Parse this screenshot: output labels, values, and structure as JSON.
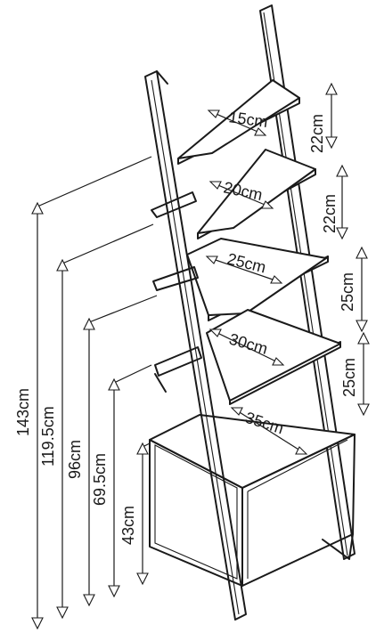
{
  "shelf_widths": [
    "15cm",
    "20cm",
    "25cm",
    "30cm",
    "35cm"
  ],
  "shelf_spacings": [
    "22cm",
    "22cm",
    "25cm",
    "25cm"
  ],
  "heights": [
    "143cm",
    "119.5cm",
    "96cm",
    "69.5cm",
    "43cm"
  ]
}
